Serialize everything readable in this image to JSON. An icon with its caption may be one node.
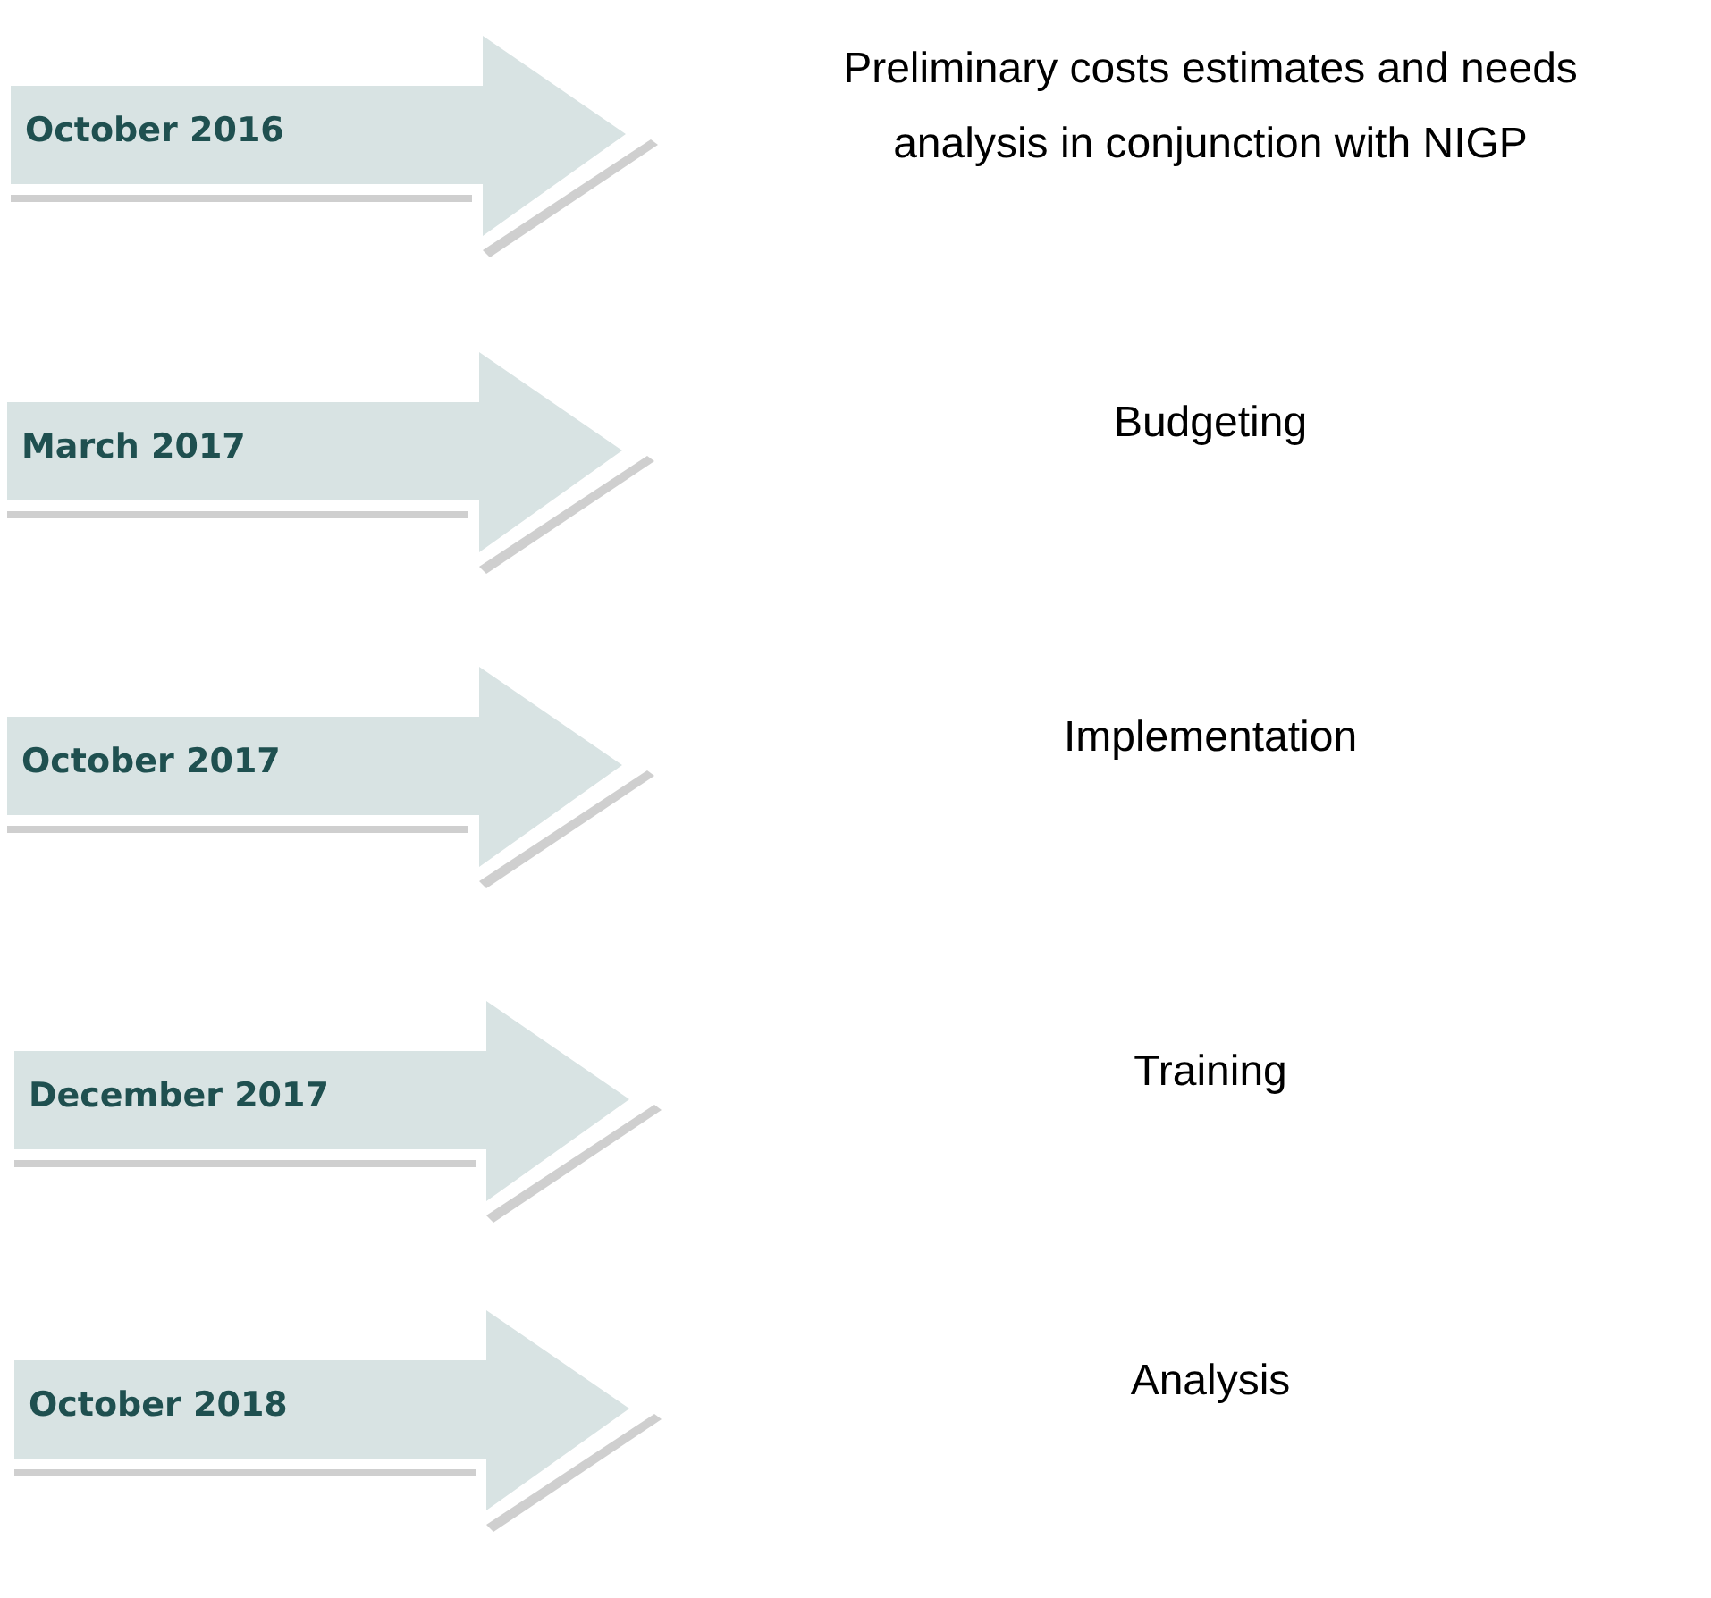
{
  "diagram": {
    "nodes": [
      {
        "text": [
          "October 2016"
        ]
      },
      {
        "text": [
          "March 2017"
        ]
      },
      {
        "text": [
          "October 2017"
        ]
      },
      {
        "text": [
          "December 2017"
        ]
      },
      {
        "text": [
          "October 2018"
        ]
      }
    ],
    "labels": [
      "Preliminary costs estimates and needs analysis in conjunction with NIGP",
      "Budgeting",
      "Implementation",
      "Training",
      "Analysis"
    ]
  }
}
